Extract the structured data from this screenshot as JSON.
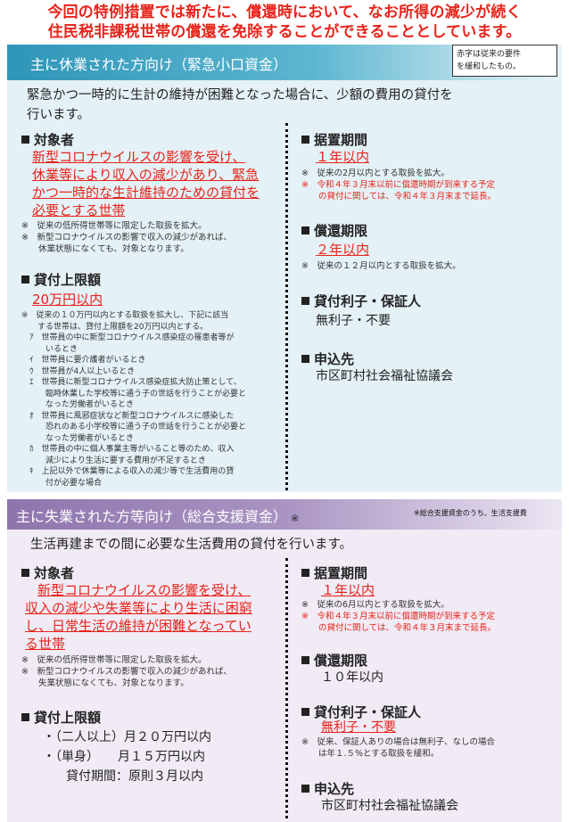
{
  "headline": {
    "line1": "今回の特例措置では新たに、償還時において、なお所得の減少が続く",
    "line2": "住民税非課税世帯の償還を免除することができることとしています。"
  },
  "section1": {
    "title": "主に休業された方向け（緊急小口資金）",
    "note_line1": "赤字は従来の要件",
    "note_line2": "を緩和したもの。",
    "intro_line1": "緊急かつ一時的に生計の維持が困難となった場合に、少額の費用の貸付を",
    "intro_line2": "行います。",
    "target": {
      "heading": "対象者",
      "red_lines": [
        "新型コロナウイルスの影響を受け、",
        "休業等により収入の減少があり、緊急",
        "かつ一時的な生計維持のための貸付を",
        "必要とする世帯"
      ],
      "notes": [
        "※　従来の低所得世帯等に限定した取扱を拡大。",
        "※　新型コロナウイルスの影響で収入の減少があれば、",
        "　　休業状態になくても、対象となります。"
      ]
    },
    "limit": {
      "heading": "貸付上限額",
      "amount": "20万円以内",
      "notes": [
        "※　従来の１０万円以内とする取扱を拡大し、下記に該当",
        "　　する世帯は、貸付上限額を20万円以内とする。",
        "　ｱ　世帯員の中に新型コロナウイルス感染症の罹患者等が",
        "　　　いるとき",
        "　ｲ　世帯員に要介護者がいるとき",
        "　ｳ　世帯員が4人以上いるとき",
        "　ｴ　世帯員に新型コロナウイルス感染症拡大防止策として、",
        "　　　臨時休業した学校等に通う子の世話を行うことが必要と",
        "　　　なった労働者がいるとき",
        "　ｵ　世帯員に風邪症状など新型コロナウイルスに感染した",
        "　　　恐れのある小学校等に通う子の世話を行うことが必要と",
        "　　　なった労働者がいるとき",
        "　ｶ　世帯員の中に個人事業主等がいること等のため、収入",
        "　　　減少により生活に要する費用が不足するとき",
        "　ｷ　上記以外で休業等による収入の減少等で生活費用の貸",
        "　　　付が必要な場合"
      ]
    },
    "deferment": {
      "heading": "据置期間",
      "value": "１年以内",
      "notes": [
        "※　従来の2月以内とする取扱を拡大。"
      ],
      "red_notes": [
        "※　令和４年３月末以前に償還時期が到来する予定",
        "　　の貸付に関しては、令和４年３月末まで延長。"
      ]
    },
    "repayment": {
      "heading": "償還期限",
      "value": "２年以内",
      "notes": [
        "※　従来の１２月以内とする取扱を拡大。"
      ]
    },
    "interest": {
      "heading": "貸付利子・保証人",
      "value": "無利子・不要"
    },
    "apply": {
      "heading": "申込先",
      "value": "市区町村社会福祉協議会"
    }
  },
  "section2": {
    "title": "主に失業された方等向け（総合支援資金）",
    "title_mark": "※",
    "note": "※総合支援資金のうち、生活支援費",
    "intro": "生活再建までの間に必要な生活費用の貸付を行います。",
    "target": {
      "heading": "対象者",
      "red_lines": [
        "新型コロナウイルスの影響を受け、",
        "収入の減少や失業等により生活に困窮",
        "し、日常生活の維持が困難となってい",
        "る世帯"
      ],
      "notes": [
        "※　従来の低所得世帯等に限定した取扱を拡大。",
        "※　新型コロナウイルスの影響で収入の減少があれば、",
        "　　失業状態になくても、対象となります。"
      ]
    },
    "limit": {
      "heading": "貸付上限額",
      "lines": [
        "・（二人以上）月２０万円以内",
        "・（単身）　　月１５万円以内",
        "貸付期間：原則３月以内"
      ]
    },
    "deferment": {
      "heading": "据置期間",
      "value": "１年以内",
      "notes": [
        "※　従来の6月以内とする取扱を拡大。"
      ],
      "red_notes": [
        "※　令和４年３月末以前に償還時期が到来する予定",
        "　　の貸付に関しては、令和４年３月末まで延長。"
      ]
    },
    "repayment": {
      "heading": "償還期限",
      "value": "１０年以内"
    },
    "interest": {
      "heading": "貸付利子・保証人",
      "value": "無利子・不要",
      "notes": [
        "※　従来、保証人ありの場合は無利子、なしの場合",
        "　　は年１.５%とする取扱を緩和。"
      ]
    },
    "apply": {
      "heading": "申込先",
      "value": "市区町村社会福祉協議会"
    }
  }
}
